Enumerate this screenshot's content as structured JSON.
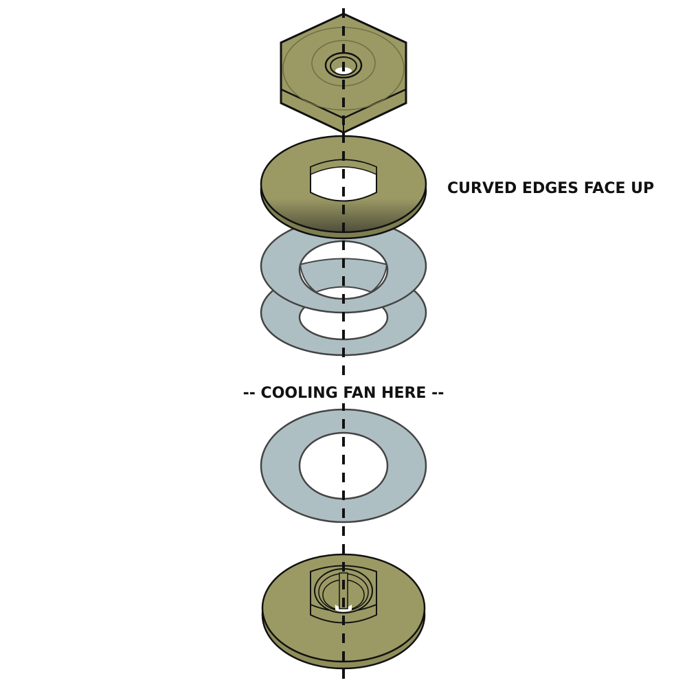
{
  "diagram": {
    "title": "Exploded assembly stack",
    "colors": {
      "brass": "#9b9a64",
      "brass_dark": "#6f6e45",
      "washer": "#aebfc3",
      "outline": "#111111",
      "washer_outline": "#444444",
      "axis": "#111111"
    },
    "labels": {
      "curved_edges": "CURVED EDGES FACE UP",
      "cooling_fan": "-- COOLING FAN HERE --"
    },
    "parts": [
      {
        "id": "hex-nut",
        "name": "Hex nut",
        "material": "brass"
      },
      {
        "id": "curved-washer",
        "name": "Curved washer",
        "material": "brass"
      },
      {
        "id": "flat-washer-1",
        "name": "Flat washer",
        "material": "washer"
      },
      {
        "id": "flat-washer-2",
        "name": "Flat washer",
        "material": "washer"
      },
      {
        "id": "flat-washer-3",
        "name": "Flat washer",
        "material": "washer"
      },
      {
        "id": "base-hub",
        "name": "Base hub",
        "material": "brass"
      }
    ]
  }
}
